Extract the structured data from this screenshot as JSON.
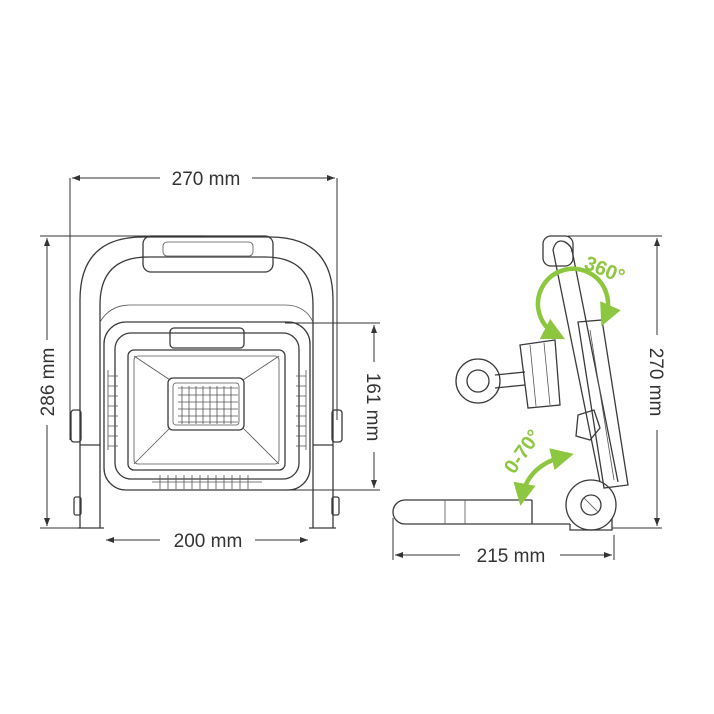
{
  "front_view": {
    "width_label": "270 mm",
    "height_label": "286 mm",
    "lamp_height_label": "161 mm",
    "base_width_label": "200 mm"
  },
  "side_view": {
    "height_label": "270 mm",
    "depth_label": "215 mm",
    "rotation_label": "360°",
    "tilt_label": "0-70°"
  },
  "colors": {
    "accent": "#8dc63f",
    "line": "#3a3a3a"
  }
}
